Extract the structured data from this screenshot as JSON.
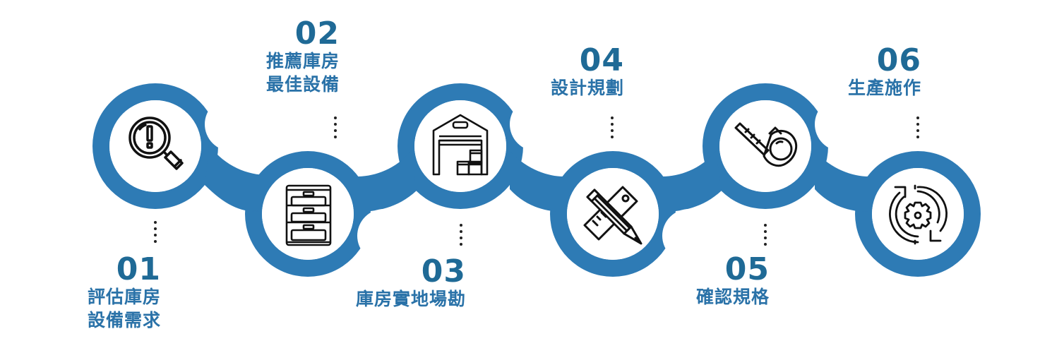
{
  "colors": {
    "ring": "#2e7bb5",
    "number": "#1f6a96",
    "text": "#2a72a8",
    "icon": "#111111",
    "dots": "#222222"
  },
  "steps": [
    {
      "num": "01",
      "lines": [
        "評估庫房",
        "設備需求"
      ],
      "icon": "magnifier-exclamation-icon"
    },
    {
      "num": "02",
      "lines": [
        "推薦庫房",
        "最佳設備"
      ],
      "icon": "drawer-cabinet-icon"
    },
    {
      "num": "03",
      "lines": [
        "庫房實地場勘"
      ],
      "icon": "warehouse-icon"
    },
    {
      "num": "04",
      "lines": [
        "設計規劃"
      ],
      "icon": "pencil-ruler-icon"
    },
    {
      "num": "05",
      "lines": [
        "確認規格"
      ],
      "icon": "tape-measure-icon"
    },
    {
      "num": "06",
      "lines": [
        "生產施作"
      ],
      "icon": "gear-cycle-icon"
    }
  ]
}
